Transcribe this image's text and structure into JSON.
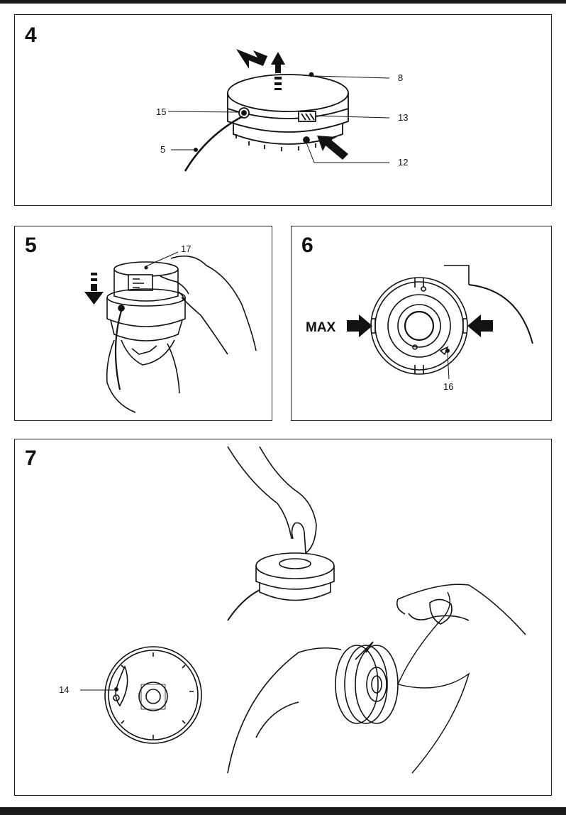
{
  "figures": [
    {
      "number": "4",
      "callouts": [
        "8",
        "15",
        "13",
        "5",
        "12"
      ]
    },
    {
      "number": "5",
      "callouts": [
        "17"
      ]
    },
    {
      "number": "6",
      "callouts": [
        "16"
      ],
      "arrow_label": "MAX"
    },
    {
      "number": "7",
      "callouts": [
        "14"
      ]
    }
  ],
  "colors": {
    "ink": "#111111",
    "bar": "#1a1a1a",
    "paper": "#ffffff"
  }
}
